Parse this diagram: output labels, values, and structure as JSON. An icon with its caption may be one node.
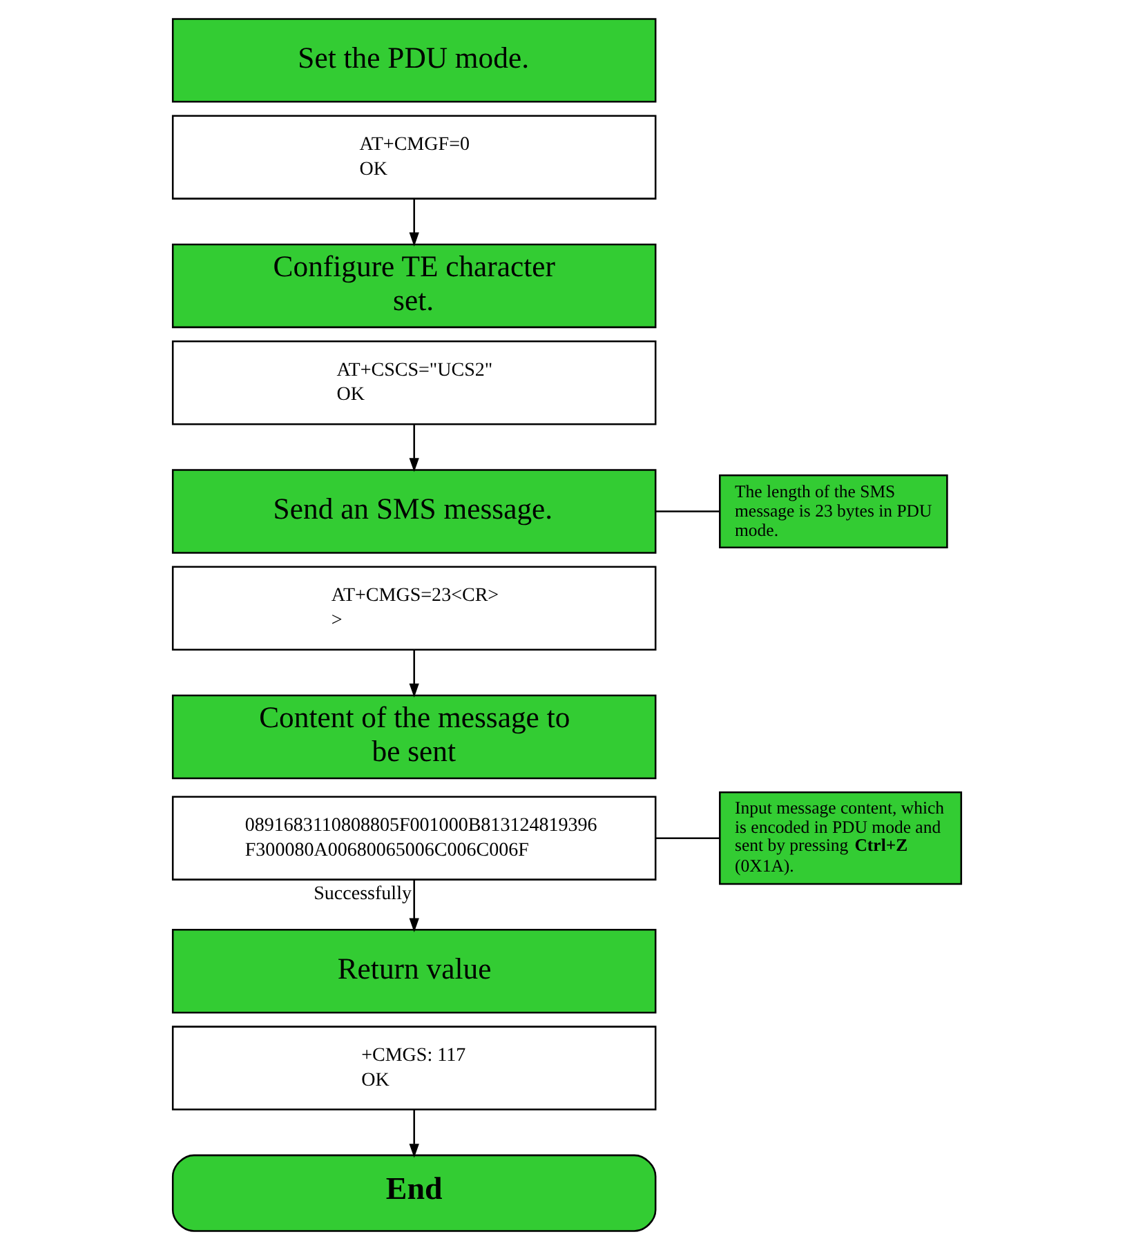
{
  "diagram": {
    "nodes": [
      {
        "text": [
          "Set the PDU mode."
        ]
      },
      {
        "text": [
          "AT+CMGF=0",
          "OK"
        ]
      },
      {
        "text": [
          "Configure TE character set."
        ]
      },
      {
        "text": [
          "AT+CSCS=\"UCS2\"",
          "OK"
        ]
      },
      {
        "text": [
          "Send an SMS message."
        ]
      },
      {
        "text": [
          "The length of the SMS message is 23 bytes in PDU mode."
        ]
      },
      {
        "text": [
          "AT+CMGS=23<CR>",
          ">"
        ]
      },
      {
        "text": [
          "Content of the message to be sent"
        ]
      },
      {
        "text": [
          "Input message content, which is encoded in PDU mode and sent by pressing **Ctrl+Z** (0X1A)."
        ]
      },
      {
        "text": [
          "0891683110808805F001000B813124819396F300080A00680065006C006C006F"
        ]
      },
      {
        "text": [
          "Return value"
        ]
      },
      {
        "text": [
          "+CMGS: 117",
          "OK"
        ]
      },
      {
        "text": [
          "End"
        ]
      }
    ],
    "edges": [
      {
        "from": 1,
        "to": 2,
        "arrow": "to"
      },
      {
        "from": 3,
        "to": 4,
        "arrow": "to"
      },
      {
        "from": 4,
        "to": 5,
        "arrow": "none"
      },
      {
        "from": 6,
        "to": 7,
        "arrow": "to"
      },
      {
        "from": 8,
        "to": 9,
        "arrow": "none"
      },
      {
        "from": 9,
        "to": 10,
        "arrow": "to",
        "label": "Successfully"
      },
      {
        "from": 11,
        "to": 12,
        "arrow": "to"
      }
    ]
  }
}
